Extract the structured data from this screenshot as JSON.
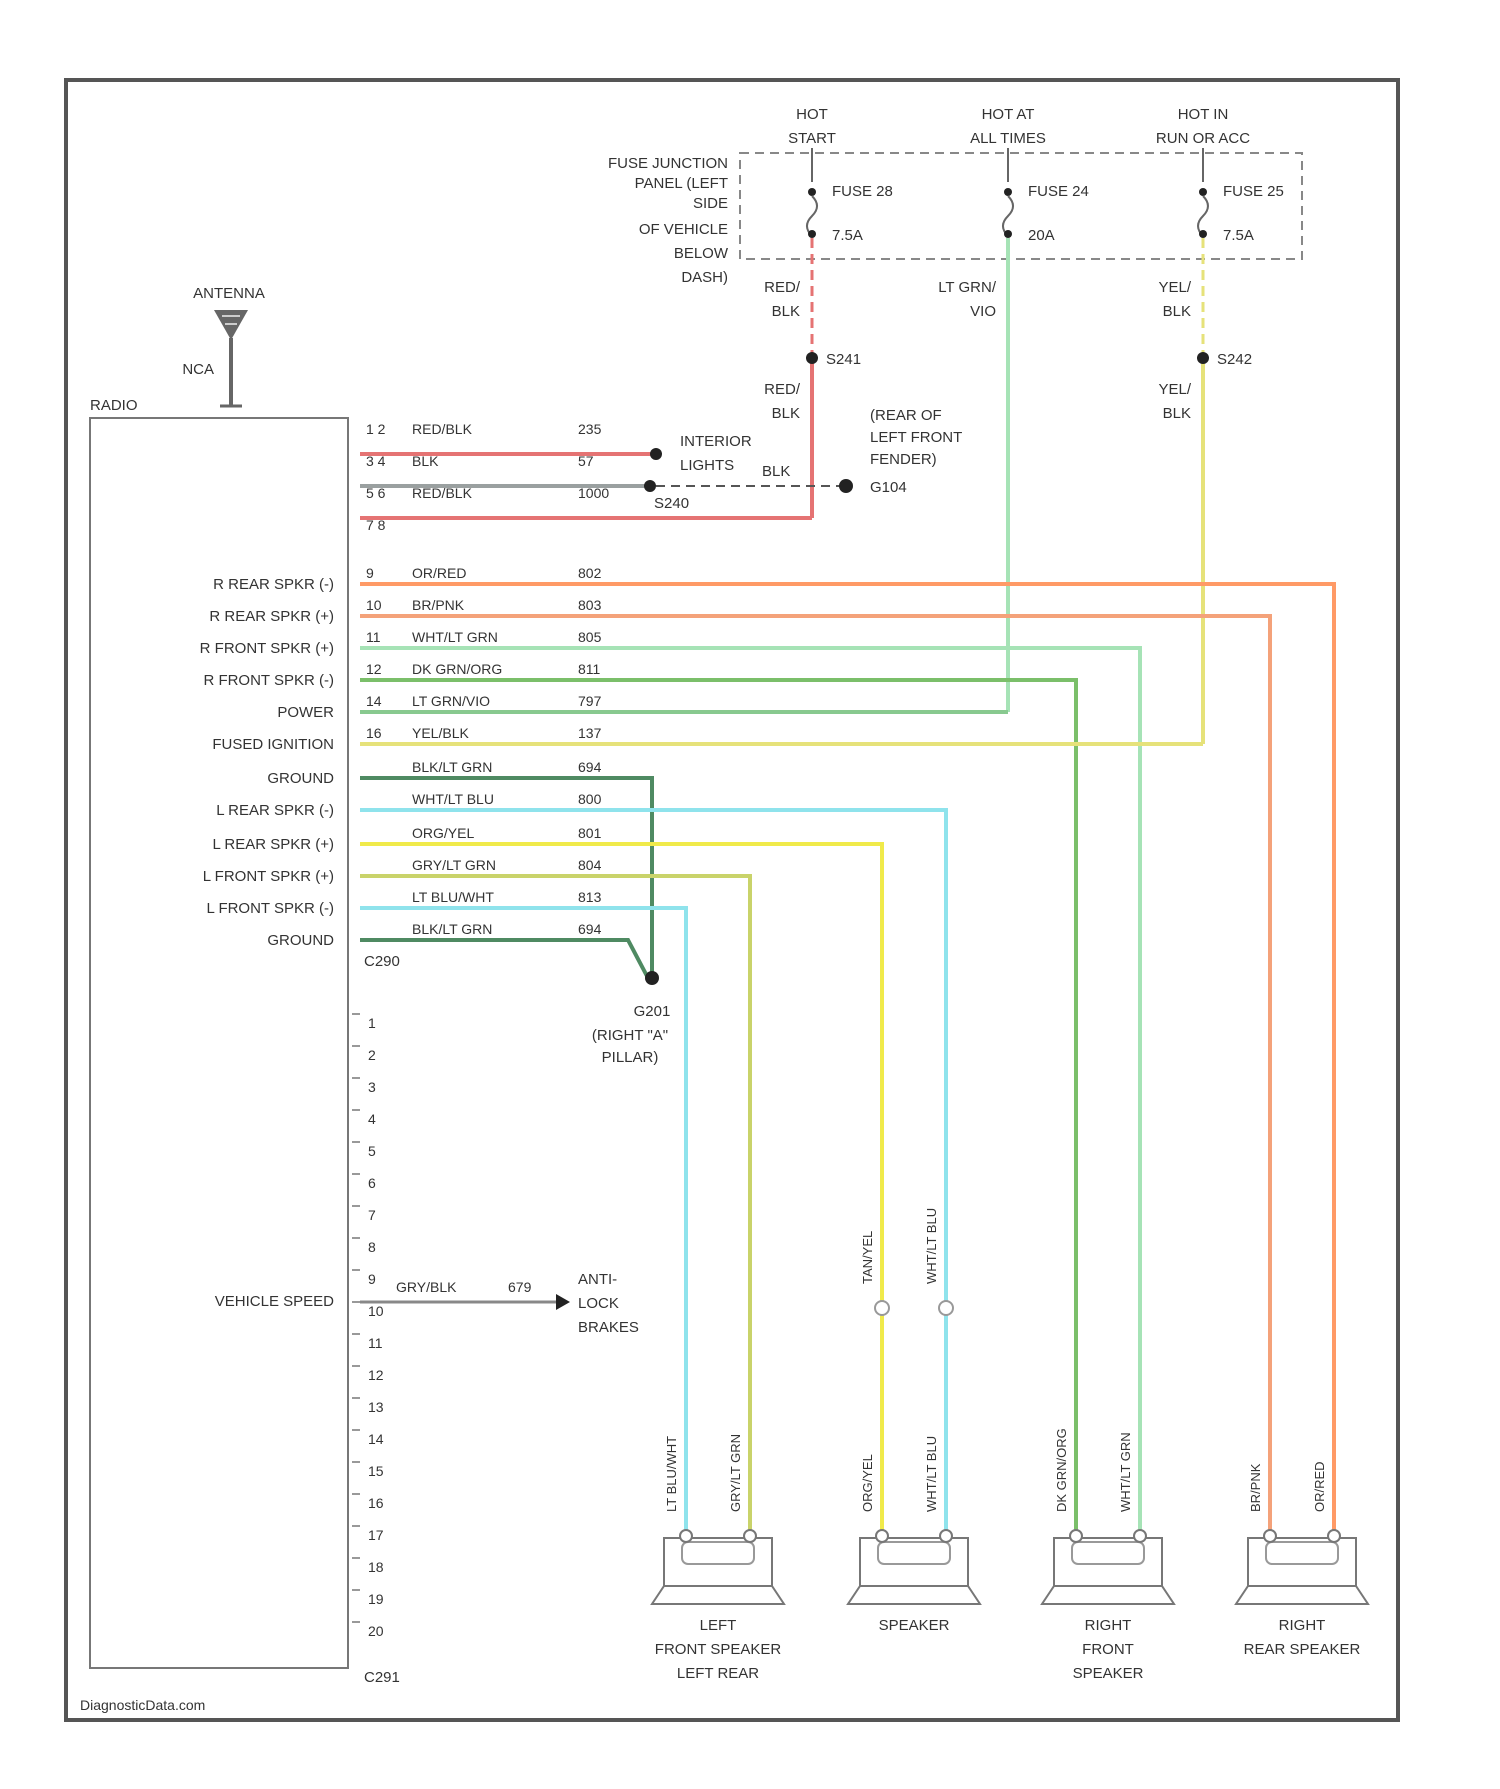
{
  "fuse_panel": {
    "label_lines": [
      "FUSE JUNCTION",
      "PANEL (LEFT",
      "SIDE",
      "OF VEHICLE",
      "BELOW",
      "DASH)"
    ],
    "feeds": [
      {
        "header": [
          "HOT",
          "START"
        ],
        "fuse": "FUSE 28",
        "rating": "7.5A"
      },
      {
        "header": [
          "HOT AT",
          "ALL TIMES"
        ],
        "fuse": "FUSE 24",
        "rating": "20A"
      },
      {
        "header": [
          "HOT IN",
          "RUN OR ACC"
        ],
        "fuse": "FUSE 25",
        "rating": "7.5A"
      }
    ]
  },
  "antenna": {
    "label": "ANTENNA",
    "cable": "NCA"
  },
  "radio": {
    "label": "RADIO",
    "connector_top": "C290",
    "connector_bottom": "C291"
  },
  "splices": {
    "s241": "S241",
    "s240": "S240",
    "s242": "S242"
  },
  "wire_labels": {
    "red_blk_1": [
      "RED/",
      "BLK"
    ],
    "red_blk_2": [
      "RED/",
      "BLK"
    ],
    "lt_grn_vio": [
      "LT GRN/",
      "VIO"
    ],
    "yel_blk_1": [
      "YEL/",
      "BLK"
    ],
    "yel_blk_2": [
      "YEL/",
      "BLK"
    ],
    "blk": "BLK"
  },
  "destinations": {
    "interior_lights": [
      "INTERIOR",
      "LIGHTS"
    ],
    "ground_g104": [
      "(REAR OF",
      "LEFT FRONT",
      "FENDER)",
      "G104"
    ],
    "ground_g201": [
      "G201",
      "(RIGHT \"A\"",
      "PILLAR)"
    ],
    "anti_lock": [
      "ANTI-",
      "LOCK",
      "BRAKES"
    ]
  },
  "top_pins": [
    {
      "pin": "1 2",
      "label": "",
      "color": "RED/BLK",
      "circuit": "235"
    },
    {
      "pin": "3 4",
      "label": "",
      "color": "BLK",
      "circuit": "57"
    },
    {
      "pin": "5 6",
      "label": "",
      "color": "RED/BLK",
      "circuit": "1000"
    },
    {
      "pin": "7 8",
      "label": "",
      "color": "",
      "circuit": ""
    },
    {
      "pin": "9",
      "label": "R REAR SPKR (-)",
      "color": "OR/RED",
      "circuit": "802"
    },
    {
      "pin": "10",
      "label": "R REAR SPKR (+)",
      "color": "BR/PNK",
      "circuit": "803"
    },
    {
      "pin": "11",
      "label": "R FRONT SPKR (+)",
      "color": "WHT/LT GRN",
      "circuit": "805"
    },
    {
      "pin": "12",
      "label": "R FRONT SPKR (-)",
      "color": "DK GRN/ORG",
      "circuit": "811"
    },
    {
      "pin": "14",
      "label": "POWER",
      "color": "LT GRN/VIO",
      "circuit": "797"
    },
    {
      "pin": "16",
      "label": "FUSED IGNITION",
      "color": "YEL/BLK",
      "circuit": "137"
    },
    {
      "pin": "",
      "label": "GROUND",
      "color": "BLK/LT GRN",
      "circuit": "694"
    },
    {
      "pin": "",
      "label": "L REAR SPKR (-)",
      "color": "WHT/LT BLU",
      "circuit": "800"
    },
    {
      "pin": "",
      "label": "L REAR SPKR (+)",
      "color": "ORG/YEL",
      "circuit": "801"
    },
    {
      "pin": "",
      "label": "L FRONT SPKR (+)",
      "color": "GRY/LT GRN",
      "circuit": "804"
    },
    {
      "pin": "",
      "label": "L FRONT SPKR (-)",
      "color": "LT BLU/WHT",
      "circuit": "813"
    },
    {
      "pin": "",
      "label": "GROUND",
      "color": "BLK/LT GRN",
      "circuit": "694"
    }
  ],
  "wire_colors": {
    "red": "#e57373",
    "gray": "#9aa0a0",
    "orange": "#ff9a66",
    "salmon": "#f4a27a",
    "lightgreen": "#a6e3b6",
    "green": "#7bbf6a",
    "midgreen": "#88c98f",
    "yellow": "#e6e27a",
    "darkgreen": "#4f8a62",
    "cyan": "#8fe3ec",
    "brightyellow": "#f0ea4a",
    "olive": "#c9d36a"
  },
  "bottom_pins": [
    "1",
    "2",
    "3",
    "4",
    "5",
    "6",
    "7",
    "8",
    "9",
    "10",
    "11",
    "12",
    "13",
    "14",
    "15",
    "16",
    "17",
    "18",
    "19",
    "20"
  ],
  "vehicle_speed": {
    "label": "VEHICLE SPEED",
    "color": "GRY/BLK",
    "circuit": "679"
  },
  "speakers": [
    {
      "name": [
        "LEFT",
        "FRONT SPEAKER",
        "LEFT REAR"
      ],
      "wires": [
        "LT BLU/WHT",
        "GRY/LT GRN"
      ]
    },
    {
      "name": [
        "SPEAKER"
      ],
      "wires": [
        "ORG/YEL",
        "WHT/LT BLU"
      ],
      "upper": [
        "TAN/YEL",
        "WHT/LT BLU"
      ]
    },
    {
      "name": [
        "RIGHT",
        "FRONT",
        "SPEAKER"
      ],
      "wires": [
        "DK GRN/ORG",
        "WHT/LT GRN"
      ]
    },
    {
      "name": [
        "RIGHT",
        "REAR SPEAKER"
      ],
      "wires": [
        "BR/PNK",
        "OR/RED"
      ]
    }
  ],
  "watermark": "DiagnosticData.com"
}
